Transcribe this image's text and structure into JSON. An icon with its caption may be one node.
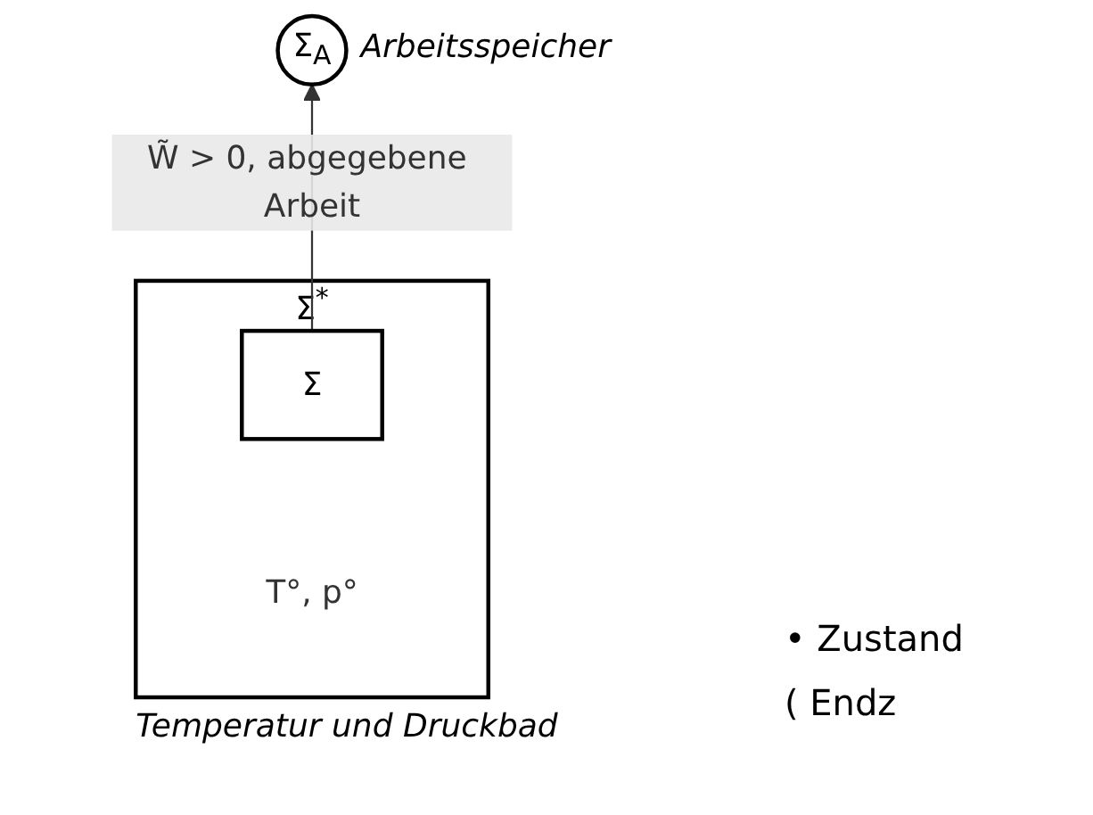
{
  "diagram": {
    "nodes": [
      {
        "text": [
          "Σ$^{*}$",
          "T°, p°"
        ],
        "beside": [
          "Temperatur und Druckbad"
        ]
      },
      {
        "text": [
          "Σ"
        ],
        "in": 0
      },
      {
        "text": [
          "Σ$_{A}$"
        ],
        "beside": [
          "Arbeitsspeicher"
        ]
      }
    ],
    "edges": [
      {
        "from": 1,
        "to": 2,
        "arrow": "to",
        "label": "W̃ > 0, abgegebene Arbeit"
      }
    ],
    "labels": [
      "• Zustand",
      "( Endz"
    ]
  }
}
